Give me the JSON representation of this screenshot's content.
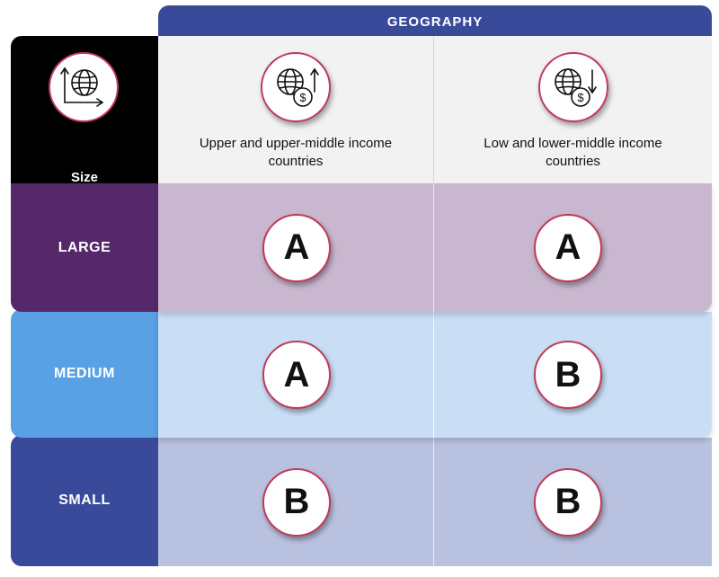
{
  "header": {
    "title": "GEOGRAPHY"
  },
  "size_header": {
    "label": "Size",
    "icon": "size-axes-globe-icon"
  },
  "columns": [
    {
      "label": "Upper and upper-middle income countries",
      "icon": "globe-dollar-up-icon"
    },
    {
      "label": "Low and lower-middle income countries",
      "icon": "globe-dollar-down-icon"
    }
  ],
  "rows": [
    {
      "label": "LARGE",
      "color": "#55286a",
      "cells": [
        "A",
        "A"
      ]
    },
    {
      "label": "MEDIUM",
      "color": "#5aa0e4",
      "cells": [
        "A",
        "B"
      ]
    },
    {
      "label": "SMALL",
      "color": "#3a4a9a",
      "cells": [
        "B",
        "B"
      ]
    }
  ],
  "colors": {
    "header": "#3a4a9a",
    "ring": "#c0395a"
  }
}
